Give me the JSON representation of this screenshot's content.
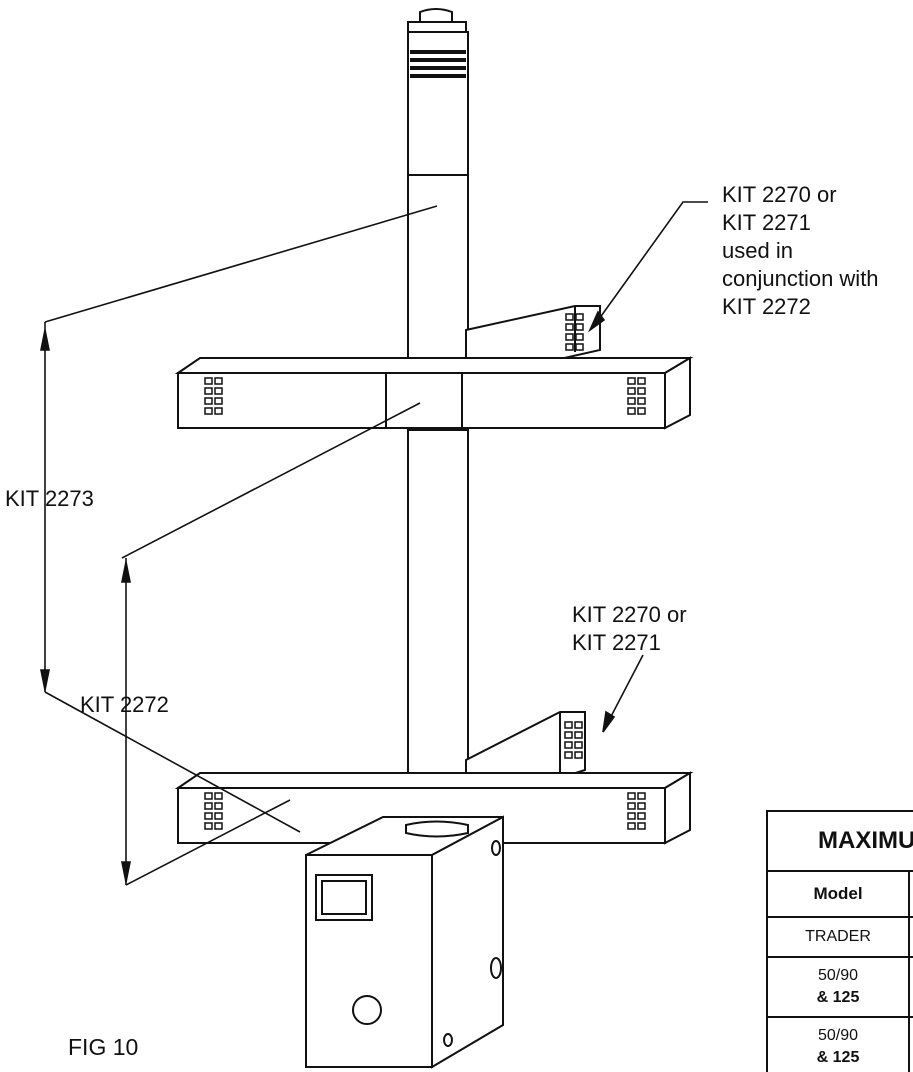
{
  "labels": {
    "kit_top_line1": "KIT 2270 or",
    "kit_top_line2": "KIT 2271",
    "kit_top_line3": "used in",
    "kit_top_line4": "conjunction with",
    "kit_top_line5": "KIT 2272",
    "kit_2273": "KIT 2273",
    "kit_2272": "KIT 2272",
    "kit_mid_line1": "KIT 2270 or",
    "kit_mid_line2": "KIT 2271",
    "fig_caption": "FIG 10"
  },
  "table": {
    "title": "MAXIMU",
    "col_model": "Model",
    "rows": [
      {
        "line1": "TRADER",
        "line2": ""
      },
      {
        "line1": "50/90",
        "line2": "& 125"
      },
      {
        "line1": "50/90",
        "line2": "& 125"
      }
    ]
  }
}
